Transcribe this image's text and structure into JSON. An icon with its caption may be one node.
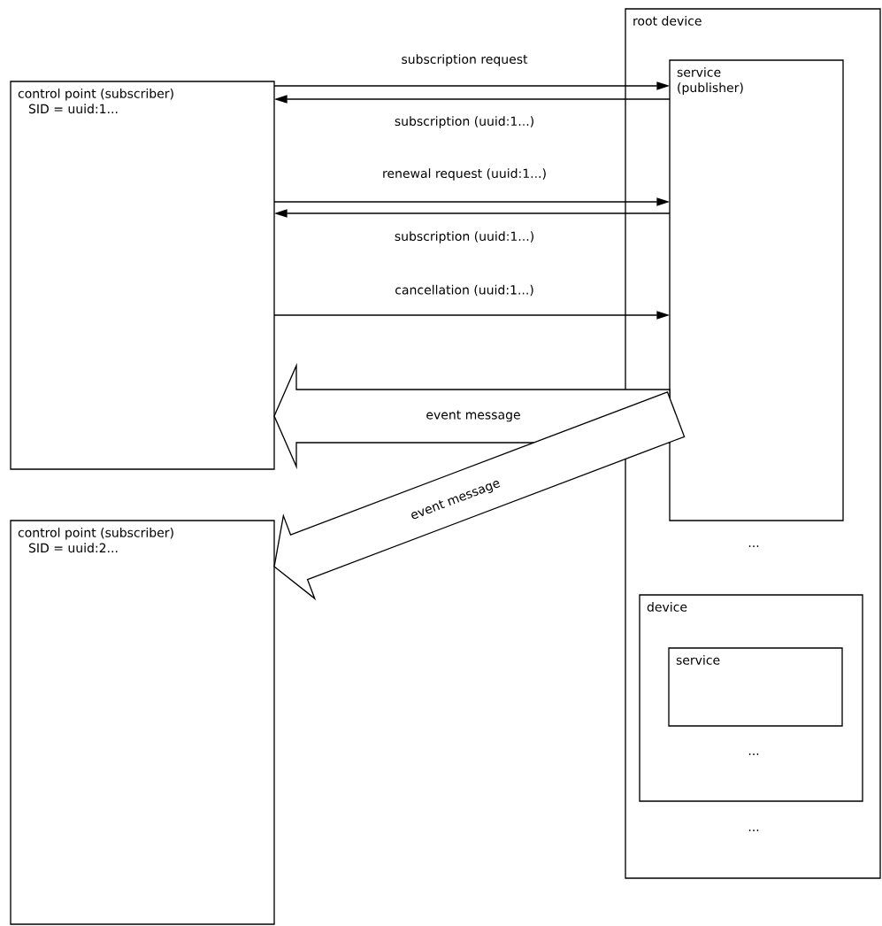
{
  "diagram": {
    "nodes": [
      {
        "text": [
          "control point (subscriber)",
          "SID = uuid:1..."
        ]
      },
      {
        "text": [
          "control point (subscriber)",
          "SID = uuid:2..."
        ]
      },
      {
        "text": [
          "root device"
        ]
      },
      {
        "text": [
          "service (publisher)"
        ],
        "in": 2
      },
      {
        "text": [
          "device"
        ],
        "in": 2
      },
      {
        "text": [
          "service"
        ],
        "in": 4
      }
    ],
    "edges": [
      {
        "from": 0,
        "to": 3,
        "arrow": "to",
        "label": "subscription request"
      },
      {
        "from": 3,
        "to": 0,
        "arrow": "to",
        "label": "subscription (uuid:1...)"
      },
      {
        "from": 0,
        "to": 3,
        "arrow": "to",
        "label": "renewal request (uuid:1...)"
      },
      {
        "from": 3,
        "to": 0,
        "arrow": "to",
        "label": "subscription (uuid:1...)"
      },
      {
        "from": 0,
        "to": 3,
        "arrow": "to",
        "label": "cancellation (uuid:1...)"
      },
      {
        "from": 3,
        "to": 0,
        "arrow": "to",
        "label": "event message",
        "style": "thick"
      },
      {
        "from": 3,
        "to": 1,
        "arrow": "to",
        "label": "event message",
        "style": "thick"
      }
    ],
    "labels": [
      "...",
      "...",
      "..."
    ]
  }
}
